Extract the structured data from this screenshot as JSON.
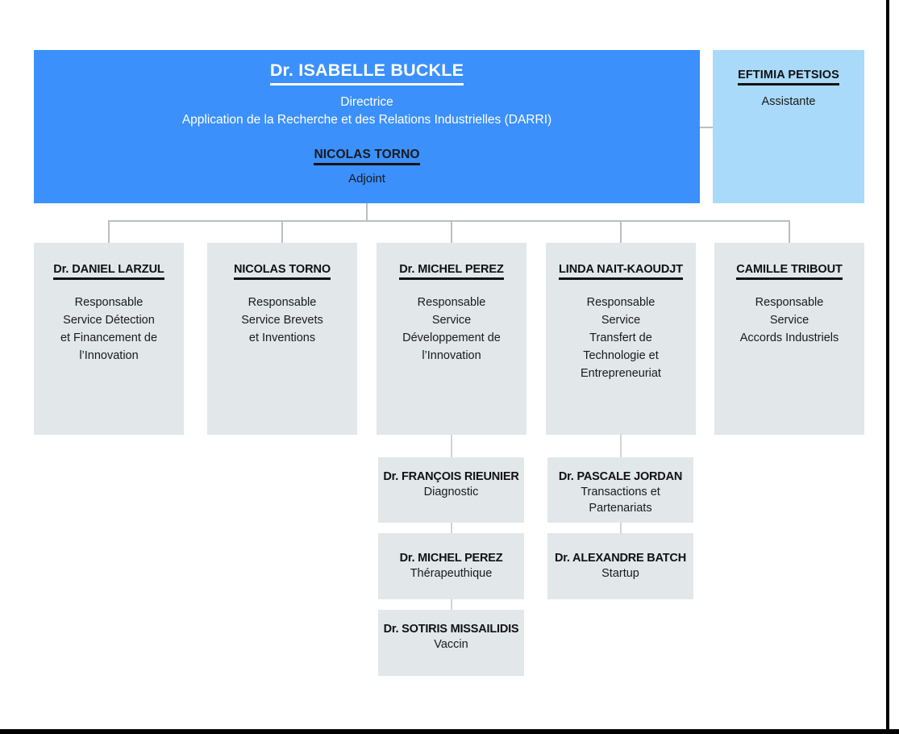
{
  "colors": {
    "director_bg": "#3b90fc",
    "assistant_bg": "#a9daf9",
    "dept_bg": "#e2e7e9",
    "connector": "#b9bfc2",
    "frame": "#000000"
  },
  "director": {
    "name": "Dr. ISABELLE BUCKLE",
    "role_line1": "Directrice",
    "role_line2": "Application de la Recherche et des Relations Industrielles (DARRI)",
    "deputy_name": "NICOLAS TORNO",
    "deputy_role": "Adjoint"
  },
  "assistant": {
    "name": "EFTIMIA PETSIOS",
    "role": "Assistante"
  },
  "departments": [
    {
      "name": "Dr. DANIEL LARZUL",
      "role_lines": [
        "Responsable",
        "Service Détection",
        "et Financement de",
        "l’Innovation"
      ],
      "units": []
    },
    {
      "name": "NICOLAS TORNO",
      "role_lines": [
        "Responsable",
        "Service Brevets",
        "et Inventions"
      ],
      "units": []
    },
    {
      "name": "Dr. MICHEL PEREZ",
      "role_lines": [
        "Responsable",
        "Service",
        "Développement de",
        "l’Innovation"
      ],
      "units": [
        {
          "name": "Dr. FRANÇOIS RIEUNIER",
          "role_lines": [
            "Diagnostic"
          ]
        },
        {
          "name": "Dr. MICHEL PEREZ",
          "role_lines": [
            "Thérapeuthique"
          ]
        },
        {
          "name": "Dr. SOTIRIS MISSAILIDIS",
          "role_lines": [
            "Vaccin"
          ]
        }
      ]
    },
    {
      "name": "LINDA NAIT-KAOUDJT",
      "role_lines": [
        "Responsable",
        "Service",
        "Transfert de",
        "Technologie et",
        "Entrepreneuriat"
      ],
      "units": [
        {
          "name": "Dr. PASCALE JORDAN",
          "role_lines": [
            "Transactions et",
            "Partenariats"
          ]
        },
        {
          "name": "Dr. ALEXANDRE BATCH",
          "role_lines": [
            "Startup"
          ]
        }
      ]
    },
    {
      "name": "CAMILLE TRIBOUT",
      "role_lines": [
        "Responsable",
        "Service",
        "Accords Industriels"
      ],
      "units": []
    }
  ]
}
